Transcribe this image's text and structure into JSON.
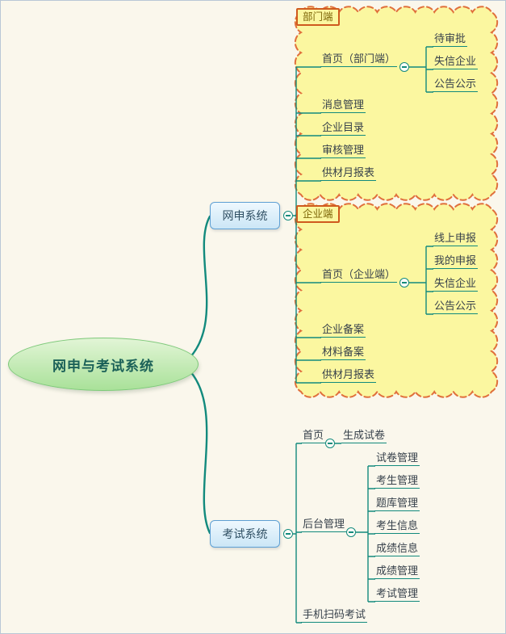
{
  "root": {
    "label": "网申与考试系统"
  },
  "webapp": {
    "label": "网申系统",
    "boundaries": [
      {
        "label": "部门端"
      },
      {
        "label": "企业端"
      }
    ],
    "children": [
      {
        "label": "首页（部门端）",
        "children": [
          {
            "label": "待审批"
          },
          {
            "label": "失信企业"
          },
          {
            "label": "公告公示"
          }
        ]
      },
      {
        "label": "消息管理"
      },
      {
        "label": "企业目录"
      },
      {
        "label": "审核管理"
      },
      {
        "label": "供材月报表"
      },
      {
        "label": "首页（企业端）",
        "children": [
          {
            "label": "线上申报"
          },
          {
            "label": "我的申报"
          },
          {
            "label": "失信企业"
          },
          {
            "label": "公告公示"
          }
        ]
      },
      {
        "label": "企业备案"
      },
      {
        "label": "材料备案"
      },
      {
        "label": "供材月报表"
      }
    ]
  },
  "exam": {
    "label": "考试系统",
    "children": [
      {
        "label": "首页",
        "children": [
          {
            "label": "生成试卷"
          }
        ]
      },
      {
        "label": "后台管理",
        "children": [
          {
            "label": "试卷管理"
          },
          {
            "label": "考生管理"
          },
          {
            "label": "题库管理"
          },
          {
            "label": "考生信息"
          },
          {
            "label": "成绩信息"
          },
          {
            "label": "成绩管理"
          },
          {
            "label": "考试管理"
          }
        ]
      },
      {
        "label": "手机扫码考试"
      }
    ]
  },
  "icons": {
    "collapse_icon": "minus-in-circle"
  },
  "colors": {
    "background": "#faf7ec",
    "line": "#128a7d",
    "boundary_fill": "#fbf7a0",
    "boundary_border": "#e0703c",
    "boundary_label_border": "#cf5a1e",
    "node_border": "#5d9fd3",
    "root_fill": "#a9e199",
    "root_text": "#1b6158"
  }
}
